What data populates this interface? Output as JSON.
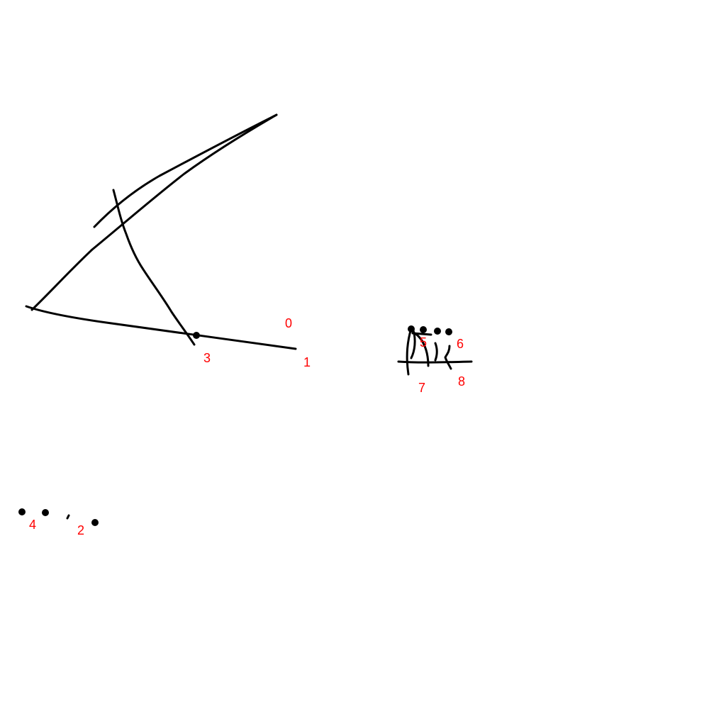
{
  "colors": {
    "stroke": "#000000",
    "label": "#ff0000",
    "background": "#ffffff"
  },
  "labels": {
    "l0": "0",
    "l1": "1",
    "l2": "2",
    "l3": "3",
    "l4": "4",
    "l5": "5",
    "l6": "6",
    "l7": "7",
    "l8": "8"
  }
}
